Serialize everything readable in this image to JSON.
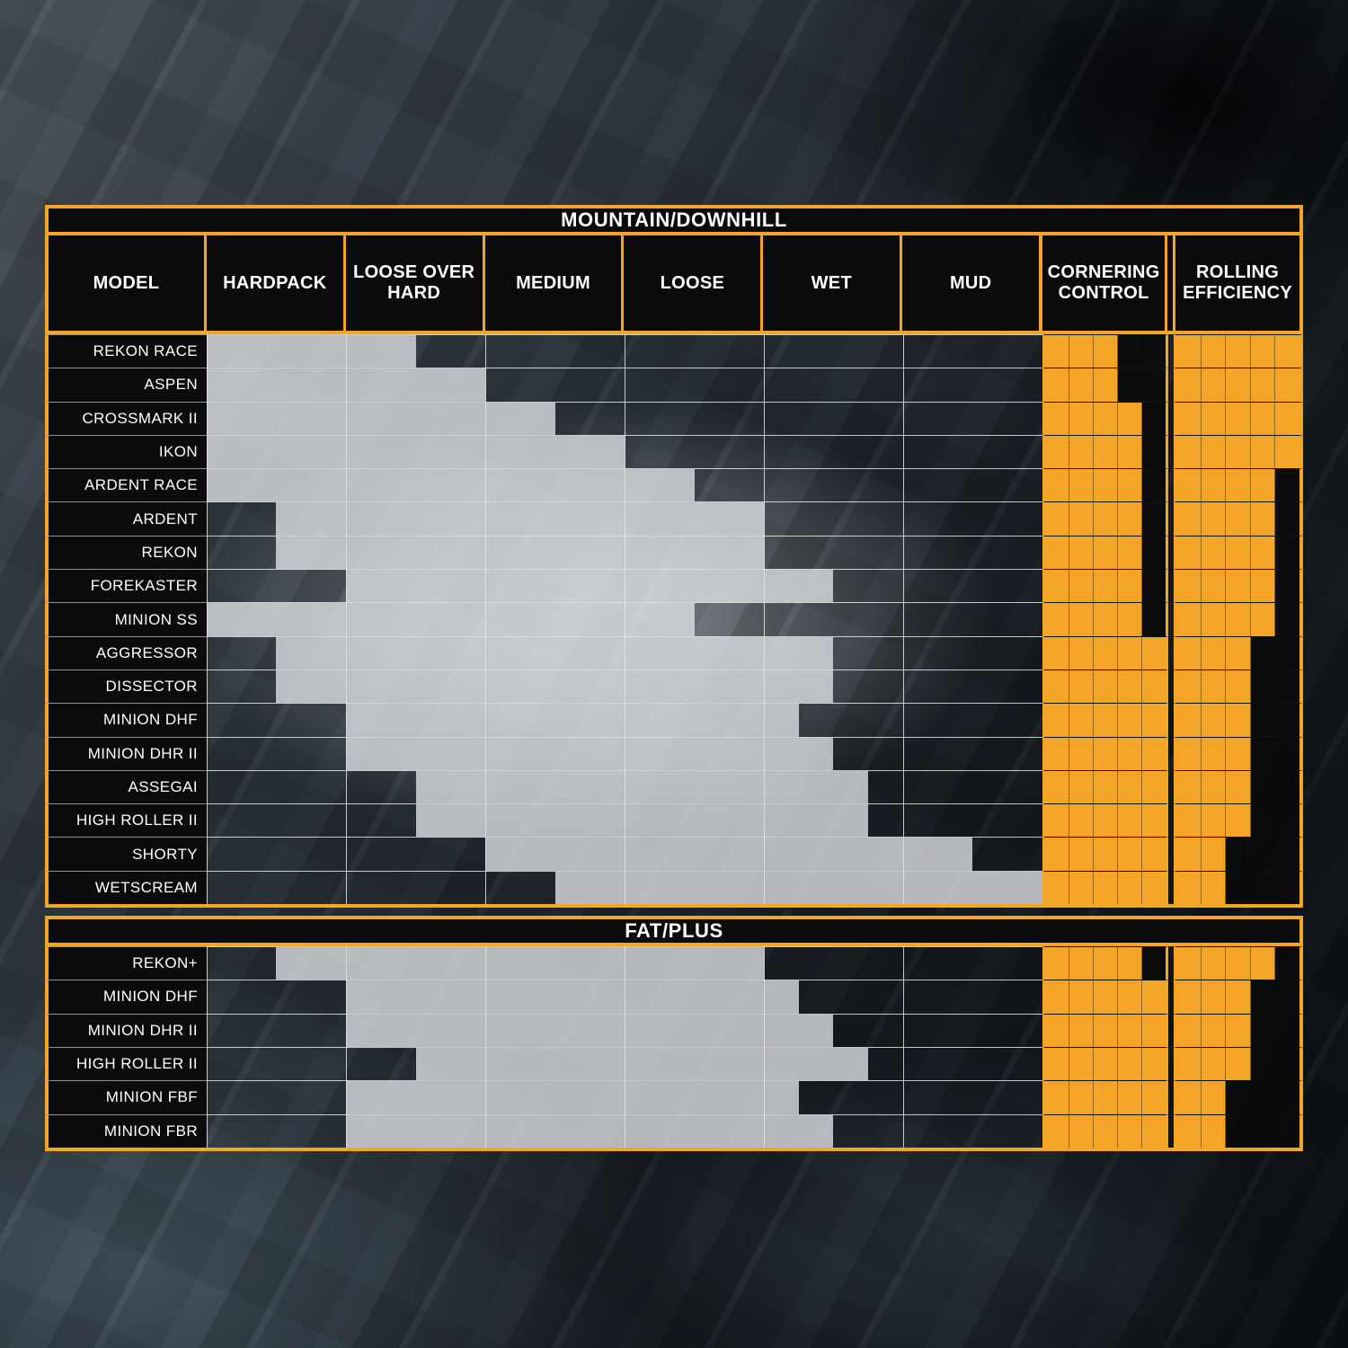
{
  "colors": {
    "accent_orange": "#F4A427",
    "panel_black": "#0B0B0D",
    "range_bar_gray": "#DDE0E3",
    "grid_line_white": "#FFFFFF"
  },
  "chart_data": {
    "type": "table",
    "model_column_label": "MODEL",
    "terrain_columns": [
      "HARDPACK",
      "LOOSE OVER HARD",
      "MEDIUM",
      "LOOSE",
      "WET",
      "MUD"
    ],
    "rating_columns": [
      "CORNERING CONTROL",
      "ROLLING EFFICIENCY"
    ],
    "rating_max": 5,
    "terrain_scale_note": "terrain_range uses column units 0-6 spanning HARDPACK (0-1) through MUD (5-6)",
    "sections": [
      {
        "title": "MOUNTAIN/DOWNHILL",
        "show_header": true,
        "rows": [
          {
            "model": "REKON RACE",
            "terrain_range": [
              0,
              1.5
            ],
            "cornering_control": 3,
            "rolling_efficiency": 5
          },
          {
            "model": "ASPEN",
            "terrain_range": [
              0,
              2
            ],
            "cornering_control": 3,
            "rolling_efficiency": 5
          },
          {
            "model": "CROSSMARK II",
            "terrain_range": [
              0,
              2.5
            ],
            "cornering_control": 4,
            "rolling_efficiency": 5
          },
          {
            "model": "IKON",
            "terrain_range": [
              0,
              3
            ],
            "cornering_control": 4,
            "rolling_efficiency": 5
          },
          {
            "model": "ARDENT RACE",
            "terrain_range": [
              0,
              3.5
            ],
            "cornering_control": 4,
            "rolling_efficiency": 4
          },
          {
            "model": "ARDENT",
            "terrain_range": [
              0.5,
              4
            ],
            "cornering_control": 4,
            "rolling_efficiency": 4
          },
          {
            "model": "REKON",
            "terrain_range": [
              0.5,
              4
            ],
            "cornering_control": 4,
            "rolling_efficiency": 4
          },
          {
            "model": "FOREKASTER",
            "terrain_range": [
              1,
              4.5
            ],
            "cornering_control": 4,
            "rolling_efficiency": 4
          },
          {
            "model": "MINION SS",
            "terrain_range": [
              0,
              3.5
            ],
            "cornering_control": 4,
            "rolling_efficiency": 4
          },
          {
            "model": "AGGRESSOR",
            "terrain_range": [
              0.5,
              4.5
            ],
            "cornering_control": 5,
            "rolling_efficiency": 3
          },
          {
            "model": "DISSECTOR",
            "terrain_range": [
              0.5,
              4.5
            ],
            "cornering_control": 5,
            "rolling_efficiency": 3
          },
          {
            "model": "MINION DHF",
            "terrain_range": [
              1,
              4.25
            ],
            "cornering_control": 5,
            "rolling_efficiency": 3
          },
          {
            "model": "MINION DHR II",
            "terrain_range": [
              1,
              4.5
            ],
            "cornering_control": 5,
            "rolling_efficiency": 3
          },
          {
            "model": "ASSEGAI",
            "terrain_range": [
              1.5,
              4.75
            ],
            "cornering_control": 5,
            "rolling_efficiency": 3
          },
          {
            "model": "HIGH ROLLER II",
            "terrain_range": [
              1.5,
              4.75
            ],
            "cornering_control": 5,
            "rolling_efficiency": 3
          },
          {
            "model": "SHORTY",
            "terrain_range": [
              2,
              5.5
            ],
            "cornering_control": 5,
            "rolling_efficiency": 2
          },
          {
            "model": "WETSCREAM",
            "terrain_range": [
              2.5,
              6
            ],
            "cornering_control": 5,
            "rolling_efficiency": 2
          }
        ]
      },
      {
        "title": "FAT/PLUS",
        "show_header": false,
        "rows": [
          {
            "model": "REKON+",
            "terrain_range": [
              0.5,
              4
            ],
            "cornering_control": 4,
            "rolling_efficiency": 4
          },
          {
            "model": "MINION DHF",
            "terrain_range": [
              1,
              4.25
            ],
            "cornering_control": 5,
            "rolling_efficiency": 3
          },
          {
            "model": "MINION DHR II",
            "terrain_range": [
              1,
              4.5
            ],
            "cornering_control": 5,
            "rolling_efficiency": 3
          },
          {
            "model": "HIGH ROLLER II",
            "terrain_range": [
              1.5,
              4.75
            ],
            "cornering_control": 5,
            "rolling_efficiency": 3
          },
          {
            "model": "MINION FBF",
            "terrain_range": [
              1,
              4.25
            ],
            "cornering_control": 5,
            "rolling_efficiency": 2
          },
          {
            "model": "MINION FBR",
            "terrain_range": [
              1,
              4.5
            ],
            "cornering_control": 5,
            "rolling_efficiency": 2
          }
        ]
      }
    ]
  }
}
